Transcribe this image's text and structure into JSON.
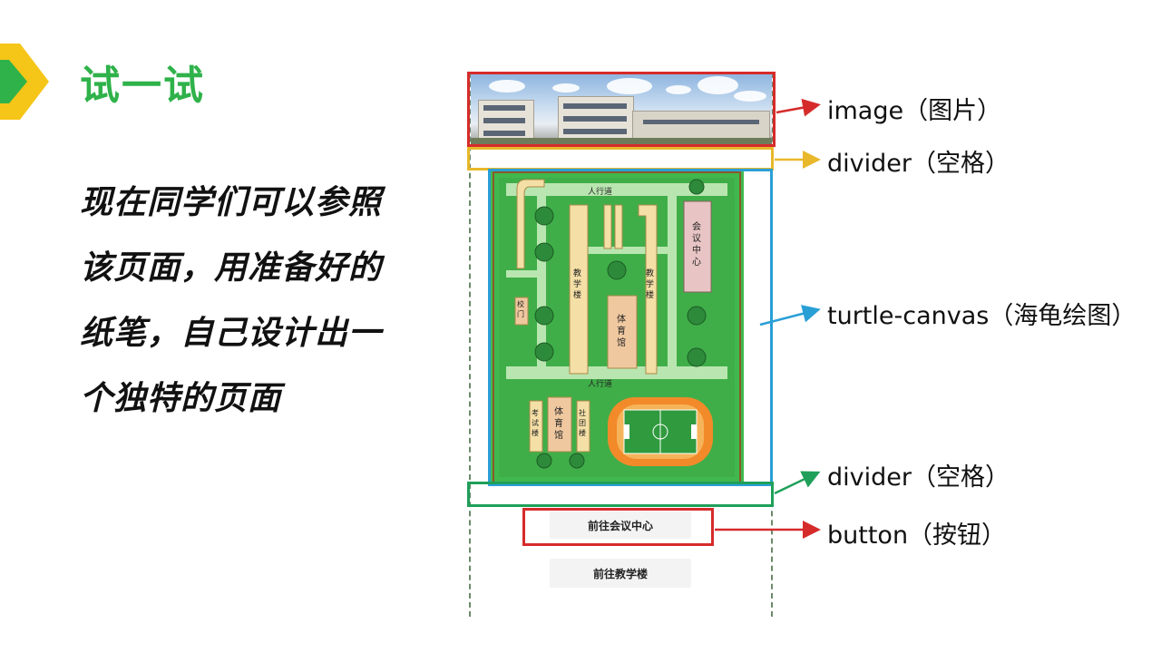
{
  "slide": {
    "title": "试一试",
    "body_lines": [
      "现在同学们可以参照",
      "该页面，用准备好的",
      "纸笔，自己设计出一",
      "个独特的页面"
    ]
  },
  "mockup": {
    "buttons": [
      "前往会议中心",
      "前往教学楼"
    ],
    "map_labels": {
      "walkway_top": "人行道",
      "walkway_mid": "人行道",
      "meeting_center": "会议中心",
      "teaching_left": "教学楼",
      "teaching_right": "教学楼",
      "gym_center": "体育馆",
      "gate": "校门",
      "exam_building": "考试楼",
      "gym_bottom": "体育馆",
      "club_building": "社团楼"
    }
  },
  "annotations": [
    {
      "label": "image（图片）",
      "color": "#d62b2b"
    },
    {
      "label": "divider（空格）",
      "color": "#e8b82a"
    },
    {
      "label": "turtle-canvas（海龟绘图）",
      "color": "#2a9fd6"
    },
    {
      "label": "divider（空格）",
      "color": "#1fa05a"
    },
    {
      "label": "button（按钮）",
      "color": "#d62b2b"
    }
  ],
  "colors": {
    "accent_green": "#2fb24a",
    "chevron_yellow": "#f5c518",
    "grass": "#41b84e"
  }
}
